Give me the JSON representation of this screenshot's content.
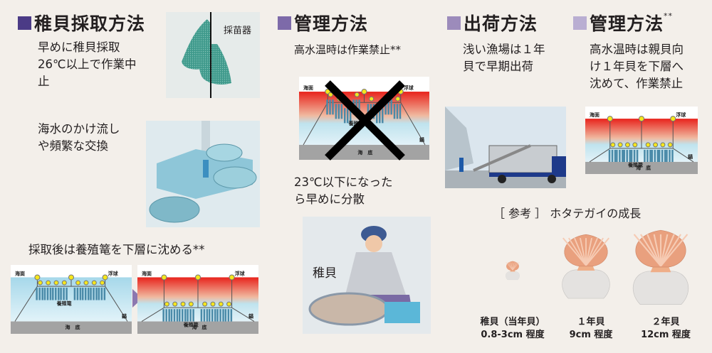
{
  "colors": {
    "sec1": "#4b3b86",
    "sec2": "#7d6aa9",
    "sec3": "#9c8bbb",
    "sec4": "#b9aed2",
    "background": "#f3efea"
  },
  "sections": [
    {
      "title": "稚貝採取方法",
      "notes": [
        "早めに稚貝採取\n26℃以上で作業中\n止",
        "海水のかけ流し\nや頻繁な交換",
        "採取後は養殖篭を下層に沈める**"
      ],
      "image_label": "採苗器"
    },
    {
      "title": "管理方法",
      "notes": [
        "高水温時は作業禁止**",
        "23℃以下になった\nら早めに分散"
      ],
      "image_label": "稚貝"
    },
    {
      "title": "出荷方法",
      "notes": [
        "浅い漁場は１年\n貝で早期出荷"
      ]
    },
    {
      "title": "管理方法",
      "superscript": "**",
      "notes": [
        "高水温時は親貝向\nけ１年貝を下層へ\n沈めて、作業禁止"
      ]
    }
  ],
  "diagram_labels": {
    "surface": "海面",
    "float": "浮球",
    "cage": "養殖篭",
    "bottom": "海　底",
    "anchor": "錨"
  },
  "reference": {
    "title": "［ 参考 ］ ホタテガイの成長",
    "stages": [
      {
        "name": "稚貝（当年貝）",
        "size": "0.8-3cm 程度"
      },
      {
        "name": "１年貝",
        "size": "9cm 程度"
      },
      {
        "name": "２年貝",
        "size": "12cm 程度"
      }
    ]
  }
}
